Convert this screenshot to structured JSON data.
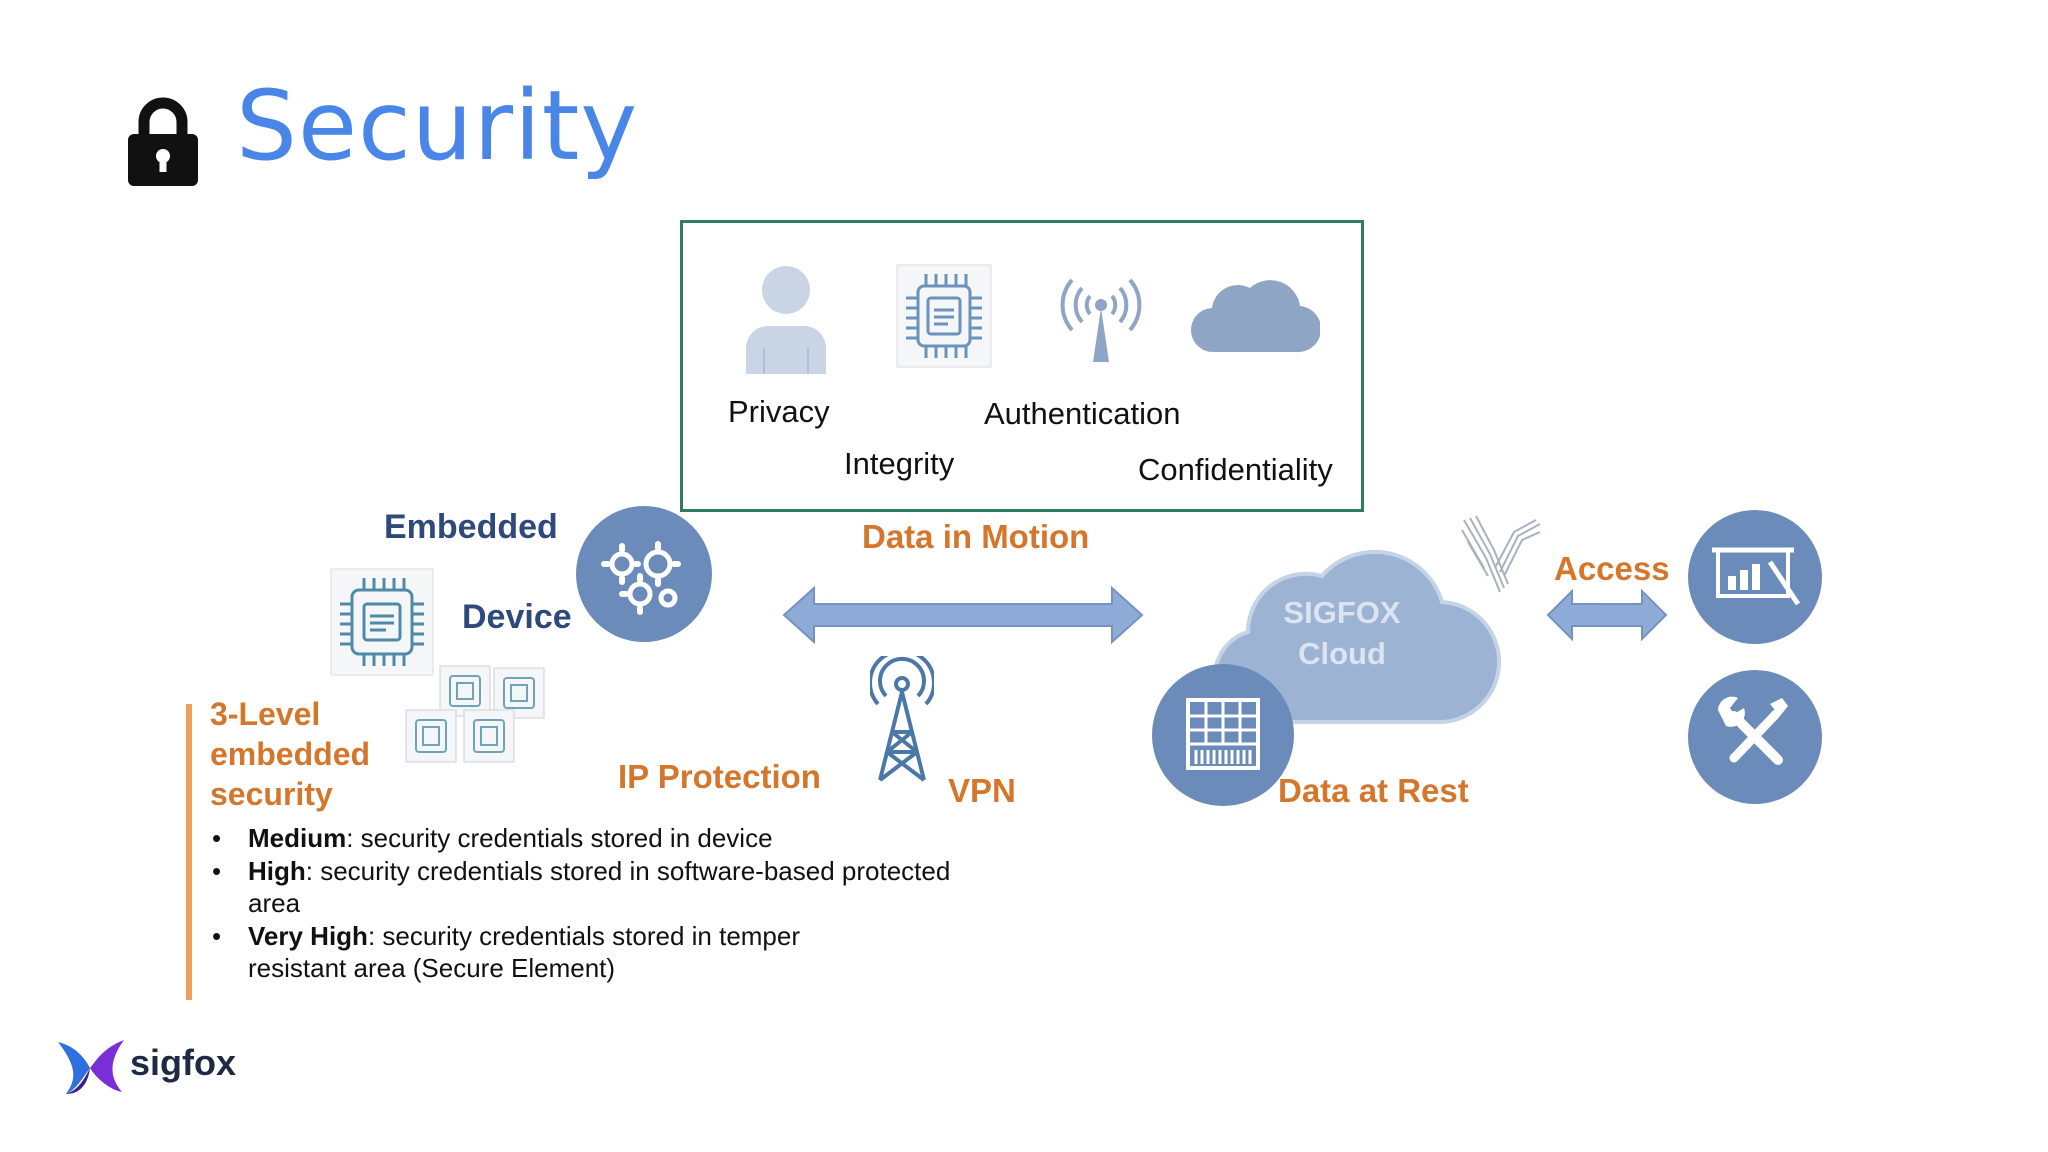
{
  "title": "Security",
  "pillars": {
    "privacy": "Privacy",
    "integrity": "Integrity",
    "authentication": "Authentication",
    "confidentiality": "Confidentiality"
  },
  "device": {
    "embedded": "Embedded",
    "device": "Device"
  },
  "data_in_motion": "Data in Motion",
  "ip_protection": "IP Protection",
  "vpn": "VPN",
  "cloud": {
    "line1": "SIGFOX",
    "line2": "Cloud"
  },
  "data_at_rest": "Data at Rest",
  "access": "Access",
  "levels": {
    "title_line1": "3-Level",
    "title_line2": "embedded",
    "title_line3": "security",
    "items": [
      {
        "term": "Medium",
        "text": ": security credentials stored in device"
      },
      {
        "term": "High",
        "text": ": security credentials stored in software-based protected area"
      },
      {
        "term": "Very High",
        "text": ": security credentials stored in temper resistant area (Secure Element)"
      }
    ]
  },
  "brand": "sigfox",
  "colors": {
    "title": "#4a86e8",
    "accent_orange": "#d4772c",
    "navy": "#2e4a7a",
    "circle_blue": "#6b8cba",
    "arrow_blue": "#8eaad6",
    "box_border": "#2e7d5b"
  },
  "icons": {
    "title": "padlock-icon",
    "privacy": "person-icon",
    "integrity": "chip-icon",
    "authentication": "antenna-signal-icon",
    "confidentiality": "cloud-icon",
    "device": "gears-icon",
    "vpn": "radio-tower-icon",
    "data_at_rest": "server-rack-icon",
    "access_1": "presentation-chart-icon",
    "access_2": "tools-icon"
  }
}
